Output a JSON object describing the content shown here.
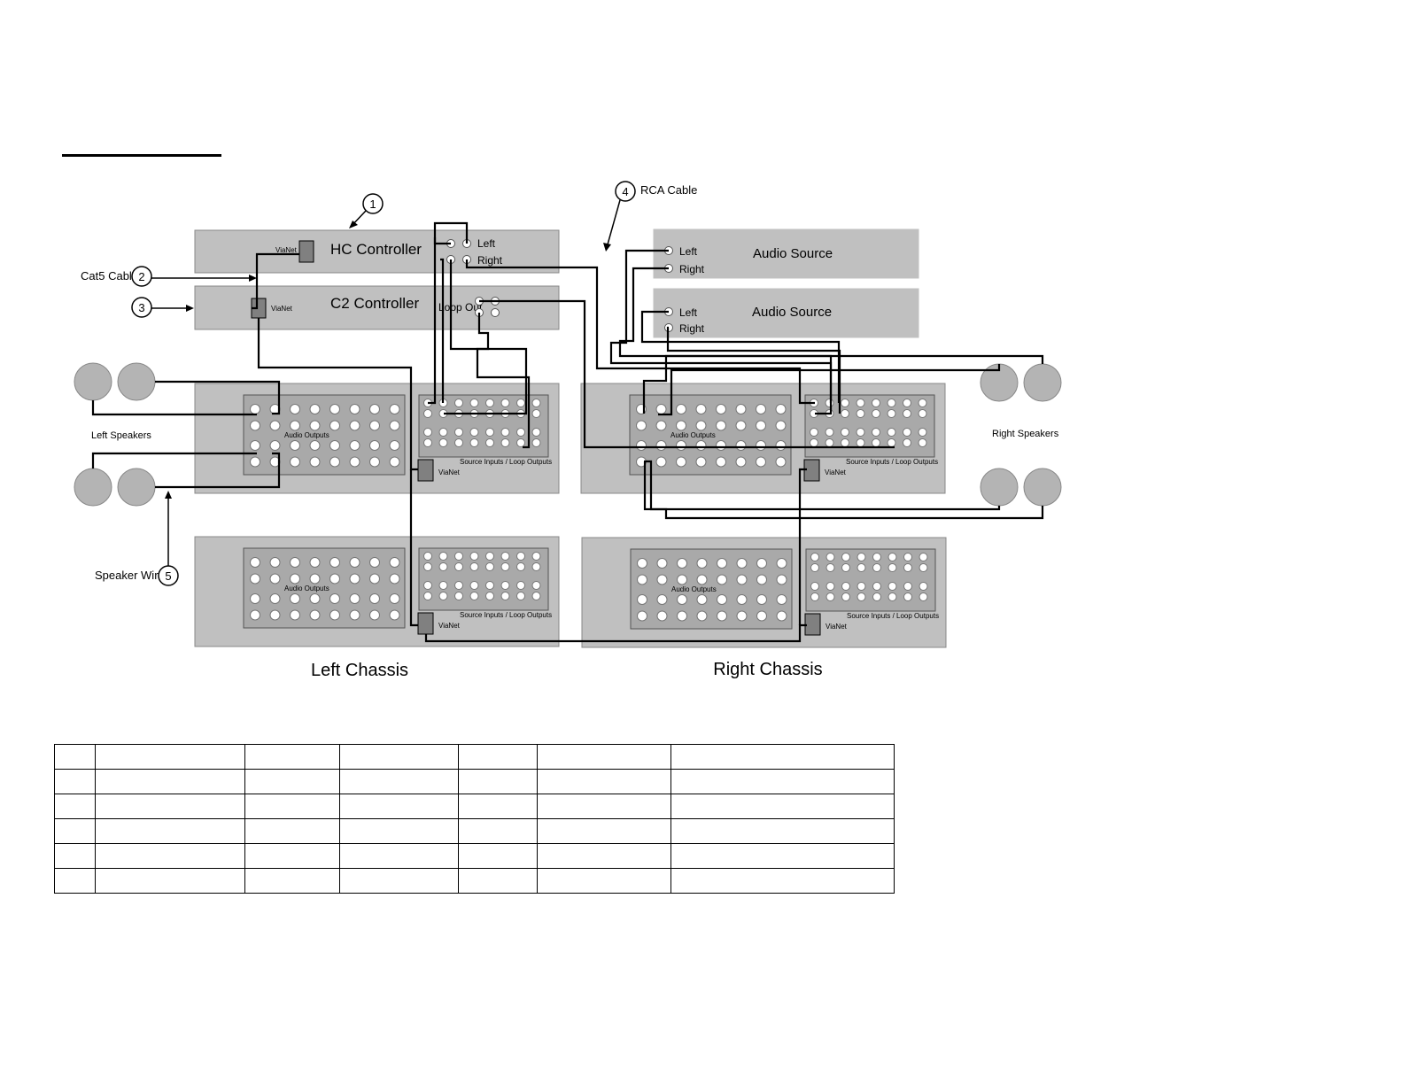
{
  "colors": {
    "panel": "#c0c0c0",
    "panel_dark": "#a9a9a9",
    "wire": "#000000",
    "background": "#ffffff"
  },
  "callouts": [
    {
      "number": "1",
      "label": ""
    },
    {
      "number": "2",
      "label": "Cat5 Cable"
    },
    {
      "number": "3",
      "label": ""
    },
    {
      "number": "4",
      "label": "RCA Cable"
    },
    {
      "number": "5",
      "label": "Speaker Wire"
    }
  ],
  "hc_controller": {
    "title": "HC Controller",
    "vianet": "ViaNet",
    "left": "Left",
    "right": "Right"
  },
  "c2_controller": {
    "title": "C2 Controller",
    "vianet": "ViaNet",
    "loop_out": "Loop Out"
  },
  "audio_sources": [
    {
      "title": "Audio Source",
      "left": "Left",
      "right": "Right"
    },
    {
      "title": "Audio Source",
      "left": "Left",
      "right": "Right"
    }
  ],
  "chassis_panel": {
    "audio_outputs": "Audio Outputs",
    "source_inputs": "Source Inputs / Loop Outputs",
    "vianet": "ViaNet"
  },
  "speakers": {
    "left": "Left Speakers",
    "right": "Right Speakers"
  },
  "chassis_labels": {
    "left": "Left Chassis",
    "right": "Right Chassis"
  },
  "table": {
    "rows": 6,
    "columns": 7
  }
}
